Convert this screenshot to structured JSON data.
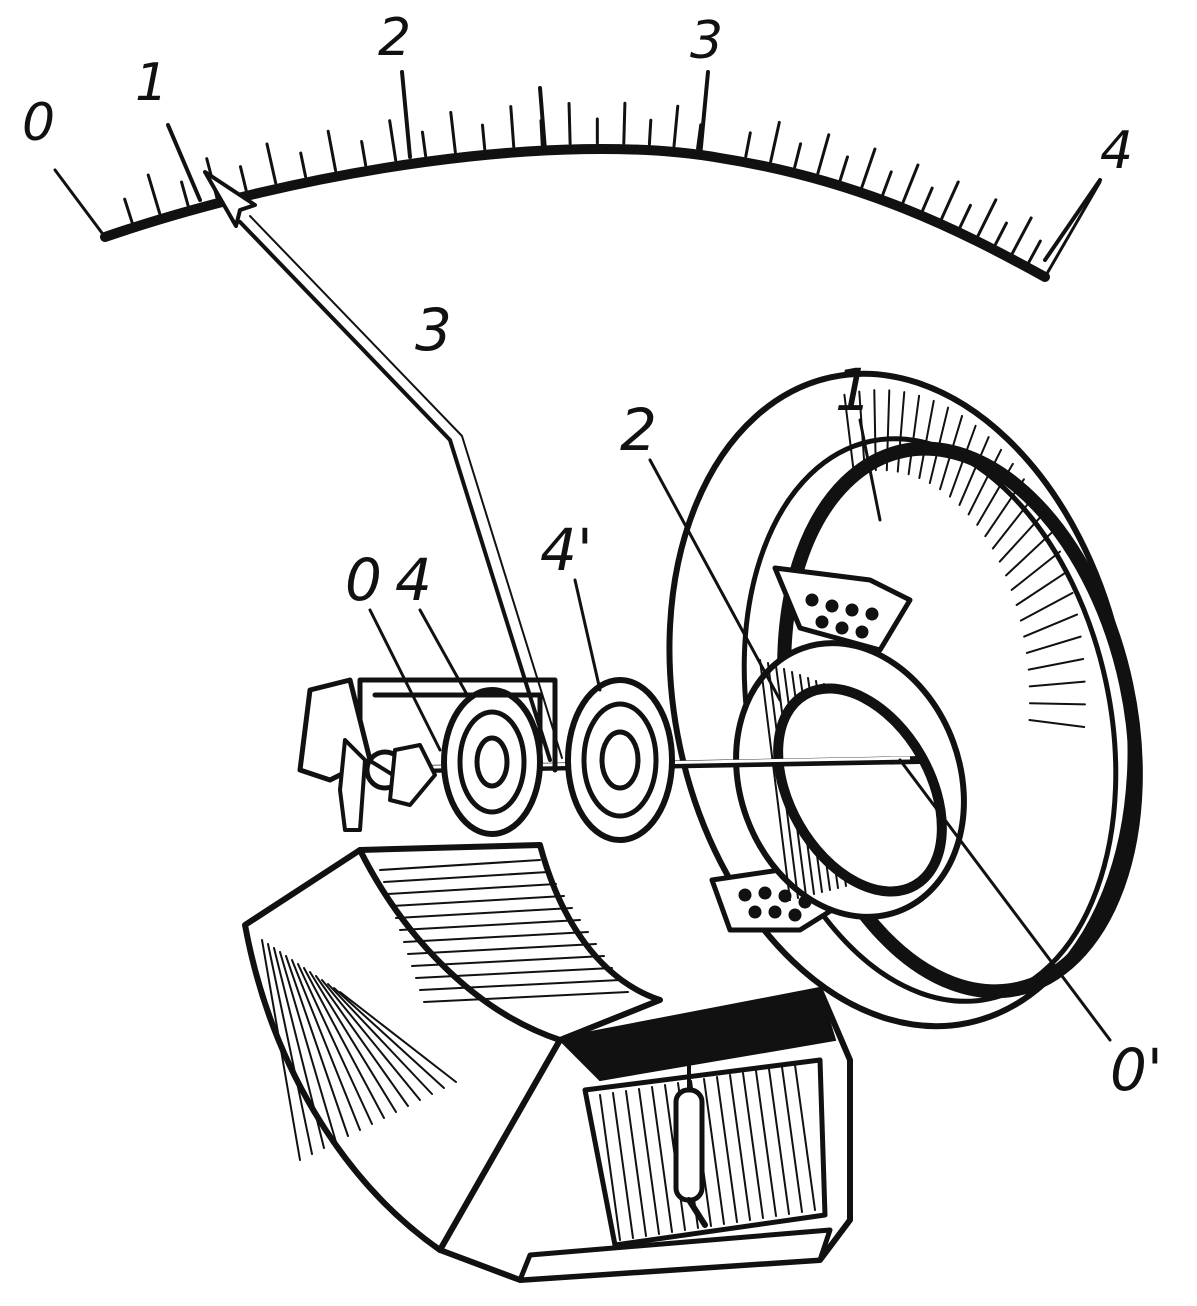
{
  "scale": {
    "labels": [
      "0",
      "1",
      "2",
      "3",
      "4"
    ]
  },
  "parts": {
    "pointer": "3",
    "coil_fixed": "1",
    "coil_moving": "2",
    "spring_front": "4",
    "spring_rear": "4'",
    "axis_front": "0",
    "axis_rear": "0'"
  },
  "colors": {
    "ink": "#111111",
    "paper": "#ffffff"
  }
}
